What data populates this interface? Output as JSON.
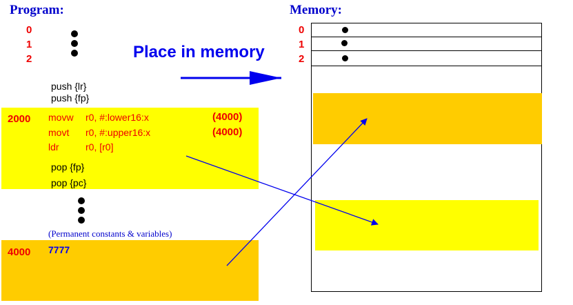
{
  "program": {
    "title": "Program:",
    "indices": [
      "0",
      "1",
      "2"
    ],
    "push_lines": [
      "push {lr}",
      "push {fp}"
    ],
    "block_2000": {
      "address": "2000",
      "lines": [
        {
          "op": "movw",
          "args": "r0, #:lower16:x",
          "value": "(4000)"
        },
        {
          "op": "movt",
          "args": "r0, #:upper16:x",
          "value": "(4000)"
        },
        {
          "op": "ldr",
          "args": "r0, [r0]",
          "value": ""
        }
      ],
      "pop_lines": [
        "pop {fp}",
        "pop {pc}"
      ]
    },
    "constants_note": "(Permanent constants & variables)",
    "block_4000": {
      "address": "4000",
      "value": "7777"
    }
  },
  "memory": {
    "title": "Memory:",
    "indices": [
      "0",
      "1",
      "2"
    ]
  },
  "arrow_label": "Place in memory",
  "colors": {
    "title_blue": "#0000cc",
    "index_red": "#ee0000",
    "yellow": "#ffff00",
    "orange": "#ffcc00",
    "arrow_blue": "#0000ee"
  }
}
